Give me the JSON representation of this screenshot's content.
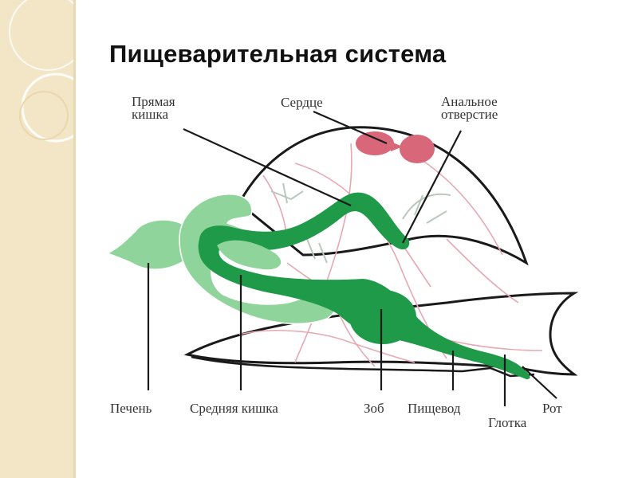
{
  "title": "Пищеварительная система",
  "labels": {
    "rectum": [
      "Прямая",
      "кишка"
    ],
    "heart": "Сердце",
    "anus": [
      "Анальное",
      "отверстие"
    ],
    "liver": "Печень",
    "midgut": "Средняя кишка",
    "crop": "Зоб",
    "esophagus": "Пищевод",
    "mouth": "Рот",
    "pharynx": "Глотка"
  },
  "colors": {
    "gut": "#1f9a48",
    "liver": "#8fd49a",
    "heart": "#d9677a",
    "vessels": "#e6a8b2",
    "outline": "#1a1a1a",
    "sidebar": "#f3e6c7"
  }
}
